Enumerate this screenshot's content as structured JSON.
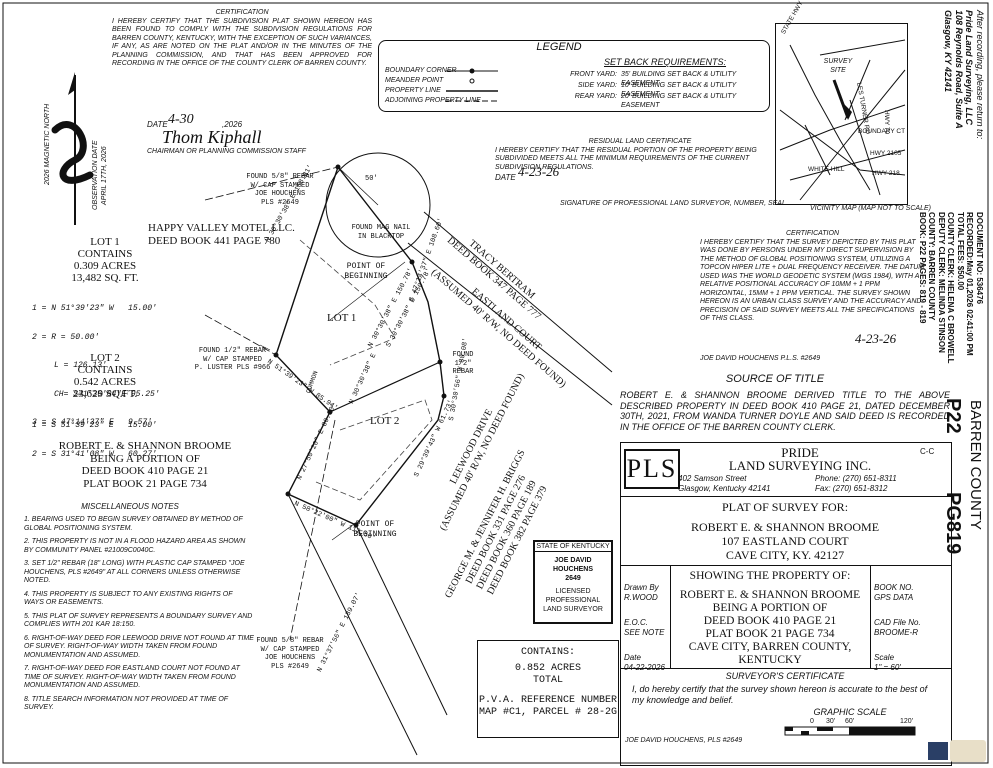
{
  "certification_top": {
    "heading": "CERTIFICATION",
    "body": "I HEREBY CERTIFY THAT THE SUBDIVISION PLAT SHOWN HEREON HAS BEEN FOUND TO COMPLY WITH THE SUBDIVISION REGULATIONS FOR BARREN COUNTY, KENTUCKY, WITH THE EXCEPTION OF SUCH VARIANCES, IF ANY, AS ARE NOTED ON THE PLAT AND/OR IN THE MINUTES OF THE PLANNING COMMISSION, AND THAT HAS BEEN APPROVED FOR RECORDING IN THE OFFICE OF THE COUNTY CLERK OF BARREN COUNTY.",
    "date_label": "DATE",
    "date_value": "4-30",
    "date_year": ",2026",
    "signer": "CHAIRMAN OR PLANNING COMMISSION STAFF",
    "signature": "Thom Kiphall"
  },
  "north_arrow": {
    "label": "2026 MAGNETIC NORTH",
    "obs_label": "OBSERVATION DATE",
    "obs_date": "APRIL 17TH, 2026"
  },
  "legend": {
    "title": "LEGEND",
    "items": [
      "BOUNDARY CORNER",
      "MEANDER POINT",
      "PROPERTY LINE",
      "ADJOINING PROPERTY LINE"
    ],
    "setback_title": "SET BACK REQUIREMENTS:",
    "setbacks": [
      {
        "k": "FRONT YARD:",
        "v": "35' BUILDING SET BACK & UTILITY EASEMENT"
      },
      {
        "k": "SIDE YARD:",
        "v": "10' BUILDING SET BACK & UTILITY EASEMENT"
      },
      {
        "k": "REAR YARD:",
        "v": "20' BUILDING SET BACK & UTILITY EASEMENT"
      }
    ]
  },
  "residual": {
    "heading": "RESIDUAL LAND CERTIFICATE",
    "body": "I HEREBY CERTIFY THAT THE RESIDUAL PORTION OF THE PROPERTY BEING SUBDIVIDED MEETS ALL THE MINIMUM REQUIREMENTS OF THE CURRENT SUBDIVISION REGULATIONS.",
    "date_label": "DATE",
    "date_value": "4-23-26",
    "signer": "SIGNATURE OF PROFESSIONAL LAND SURVEYOR, NUMBER, SEAL"
  },
  "vicinity": {
    "site_label": "SURVEY SITE",
    "caption": "VICINITY MAP (MAP NOT TO SCALE)",
    "roads": [
      "STATE HWY 70",
      "LES TURNER RD",
      "BOUNDARY CT",
      "WHITE HILL",
      "HWY 218",
      "HWY 70",
      "HWY 2105"
    ]
  },
  "after_recording": [
    "After recording, please return to:",
    "Pride Land Surveying, LLC",
    "108 Reynolds Road, Suite A",
    "Glasgow, KY 42141"
  ],
  "document_info": [
    "DOCUMENT NO: 536476",
    "RECORDED:May 01,2026 02:41:00 PM",
    "TOTAL FEES: $50.00",
    "COUNTY CLERK: HELENA C BROWELL",
    "DEPUTY CLERK: MELINDA STINSON",
    "COUNTY: BARREN COUNTY",
    "BOOK: P22 PAGES: 819 - 819"
  ],
  "stamp_side": {
    "county": "BARREN COUNTY",
    "book": "P22",
    "page": "PG819"
  },
  "cert2": {
    "heading": "CERTIFICATION",
    "body": "I HEREBY CERTIFY THAT THE SURVEY DEPICTED BY THIS PLAT WAS DONE BY PERSONS UNDER MY DIRECT SUPERVISION BY THE METHOD OF GLOBAL POSITIONING SYSTEM, UTILIZING A TOPCON HIPER LITE + DUAL FREQUENCY RECEIVER. THE DATUM USED WAS THE WORLD GEODETIC SYSTEM (WGS 1984), WITH A RELATIVE POSITIONAL ACCURACY OF 10MM + 1 PPM HORIZONTAL, 15MM + 1 PPM VERTICAL. THE SURVEY SHOWN HEREON IS AN URBAN CLASS SURVEY AND THE ACCURACY AND PRECISION OF SAID SURVEY MEETS ALL THE SPECIFICATIONS OF THIS CLASS.",
    "signer": "JOE DAVID HOUCHENS P.L.S. #2649",
    "date": "4-23-26"
  },
  "source_title": {
    "heading": "SOURCE OF TITLE",
    "body": "ROBERT E. & SHANNON BROOME DERIVED TITLE TO THE ABOVE DESCRIBED PROPERTY IN DEED BOOK 410 PAGE 21, DATED DECEMBER 30TH, 2021, FROM WANDA TURNER DOYLE AND SAID DEED IS RECORDED IN THE OFFICE OF THE BARREN COUNTY CLERK."
  },
  "company": {
    "logo": "PLS",
    "name1": "PRIDE",
    "name2": "LAND SURVEYING INC.",
    "code": "C-C",
    "address1": "402 Samson Street",
    "address2": "Glasgow, Kentucky  42141",
    "phone": "Phone:  (270) 651-8311",
    "fax": "Fax:  (270) 651-8312"
  },
  "plat_for": {
    "heading": "PLAT OF SURVEY FOR:",
    "lines": [
      "ROBERT E. & SHANNON BROOME",
      "107 EASTLAND COURT",
      "CAVE CITY, KY. 42127"
    ]
  },
  "showing": {
    "heading": "SHOWING THE PROPERTY OF:",
    "lines": [
      "ROBERT E. & SHANNON BROOME",
      "BEING A PORTION OF",
      "DEED BOOK 410 PAGE 21",
      "PLAT BOOK 21 PAGE 734",
      "CAVE CITY, BARREN COUNTY,",
      "KENTUCKY"
    ]
  },
  "title_left": [
    {
      "k": "Drawn By",
      "v": "R.WOOD"
    },
    {
      "k": "E.O.C.",
      "v": "SEE NOTE"
    },
    {
      "k": "Date",
      "v": "04-22-2026"
    }
  ],
  "title_right": [
    {
      "k": "BOOK NO.",
      "v": "GPS DATA"
    },
    {
      "k": "CAD File No.",
      "v": "BROOME-R"
    },
    {
      "k": "Scale",
      "v": "1\" = 60'"
    }
  ],
  "surveyor_cert": {
    "heading": "SURVEYOR'S CERTIFICATE",
    "body": "I, do hereby certify that the survey shown hereon is accurate to the best of my knowledge and belief.",
    "signer": "JOE DAVID HOUCHENS, PLS #2649"
  },
  "scale": {
    "heading": "GRAPHIC SCALE",
    "ticks": [
      "0",
      "30'",
      "60'",
      "120'"
    ]
  },
  "contains": {
    "heading": "CONTAINS:",
    "acres": "0.852 ACRES",
    "total": "TOTAL",
    "pva1": "P.V.A. REFERENCE NUMBER",
    "pva2": "MAP #C1, PARCEL # 28-2G"
  },
  "seal": {
    "l1": "STATE OF KENTUCKY",
    "l2": "JOE DAVID",
    "l3": "HOUCHENS",
    "l4": "2649",
    "l5": "LICENSED",
    "l6": "PROFESSIONAL",
    "l7": "LAND SURVEYOR"
  },
  "lot1": {
    "title": "LOT 1",
    "contains": "CONTAINS",
    "acres": "0.309 ACRES",
    "sqft": "13,482 SQ. FT.",
    "curve": [
      "1 = N 51°39'23\" W   15.00'",
      "2 = R = 50.00'",
      "L = 126.13'",
      "CH= S41°36'04\"E 95.25'",
      "3 = S 47°14'37\" E   9.57'"
    ]
  },
  "lot2": {
    "title": "LOT 2",
    "contains": "CONTAINS",
    "acres": "0.542 ACRES",
    "sqft": "23,629 SQ.FT.",
    "lines": [
      "1 = S 51°39'23\" E   15.00'",
      "2 = S 31°41'08\" W   60.27'"
    ]
  },
  "parent": [
    "ROBERT E. & SHANNON BROOME",
    "BEING A PORTION OF",
    "DEED BOOK 410 PAGE 21",
    "PLAT BOOK 21 PAGE 734"
  ],
  "motel": [
    "HAPPY VALLEY MOTEL LLC.",
    "DEED BOOK 441 PAGE 780"
  ],
  "notes": {
    "heading": "MISCELLANEOUS NOTES",
    "items": [
      "1.  BEARING USED TO BEGIN SURVEY OBTAINED BY METHOD OF GLOBAL POSITIONING SYSTEM.",
      "2.  THIS PROPERTY IS NOT IN A FLOOD HAZARD AREA AS SHOWN BY COMMUNITY PANEL #21009C0040C.",
      "3.  SET 1/2\" REBAR (18\" LONG) WITH PLASTIC CAP STAMPED \"JOE HOUCHENS, PLS #2649\" AT ALL CORNERS UNLESS OTHERWISE NOTED.",
      "4.  THIS PROPERTY IS SUBJECT TO ANY EXISTING RIGHTS OF WAYS OR EASEMENTS.",
      "5.  THIS PLAT OF SURVEY REPRESENTS A BOUNDARY SURVEY AND COMPLIES WITH 201 KAR 18:150.",
      "6.  RIGHT-OF-WAY DEED FOR LEEWOOD DRIVE NOT FOUND AT TIME OF SURVEY. RIGHT-OF-WAY WIDTH TAKEN FROM FOUND MONUMENTATION AND ASSUMED.",
      "7.  RIGHT-OF-WAY DEED FOR EASTLAND COURT NOT FOUND AT TIME OF SURVEY. RIGHT-OF-WAY WIDTH TAKEN FROM FOUND MONUMENTATION AND ASSUMED.",
      "8.  TITLE SEARCH INFORMATION NOT PROVIDED AT TIME OF SURVEY."
    ]
  },
  "plan_labels": {
    "rebar_top": [
      "FOUND 5/8\" REBAR",
      "W/ CAP STAMPED",
      "JOE HOUCHENS",
      "PLS #2649"
    ],
    "mag_nail": [
      "FOUND MAG NAIL",
      "IN BLACKTOP"
    ],
    "pob1": [
      "POINT OF",
      "BEGINNING"
    ],
    "pob2": [
      "POINT OF",
      "BEGINNING"
    ],
    "rebar_luster": [
      "FOUND 1/2\" REBAR",
      "W/ CAP STAMPED",
      "P. LUSTER PLS #966"
    ],
    "found_half": [
      "FOUND",
      "1/2\"",
      "REBAR"
    ],
    "rebar_bottom": [
      "FOUND 5/8\" REBAR",
      "W/ CAP STAMPED",
      "JOE HOUCHENS",
      "PLS #2649"
    ],
    "lot1": "LOT 1",
    "lot2": "LOT 2",
    "angle": "50'",
    "tracy": [
      "TRACY BERTRAM",
      "DEED BOOK 347 PAGE 777"
    ],
    "eastland": [
      "(ASSUMED 40' R/W, NO DEED FOUND)",
      "EASTLAND COURT"
    ],
    "leewood": [
      "LEEWOOD DRIVE",
      "(ASSUMED 40' R/W, NO DEED FOUND)"
    ],
    "briggs": [
      "GEORGE M. & JENNIFER H. BRIGGS",
      "DEED BOOK 331 PAGE 276",
      "DEED BOOK 360 PAGE 189",
      "DEED BOOK 382 PAGE 379"
    ],
    "brg1": "N 30°30'38\" E   168.31'",
    "brg2": "N 30°30'38\" E   150.78'",
    "brg3": "S 47°14'37\" E   108.60'",
    "brg4": "S 30°30'38\" E   150.78'",
    "brg5": "N 51°39'23\" W   85.94'",
    "brg6": "N 30°30'38\" E",
    "brg7": "S 29°39'43\" W   61.73'",
    "brg8": "S 30°30'56\" W   80.08'",
    "brg9": "N 27°50'20\" E   80.20'",
    "brg10": "N 58°22'00\" W   112.50'",
    "brg11": "N 31°37'56\" E   139.07'",
    "common": "COMMON"
  }
}
